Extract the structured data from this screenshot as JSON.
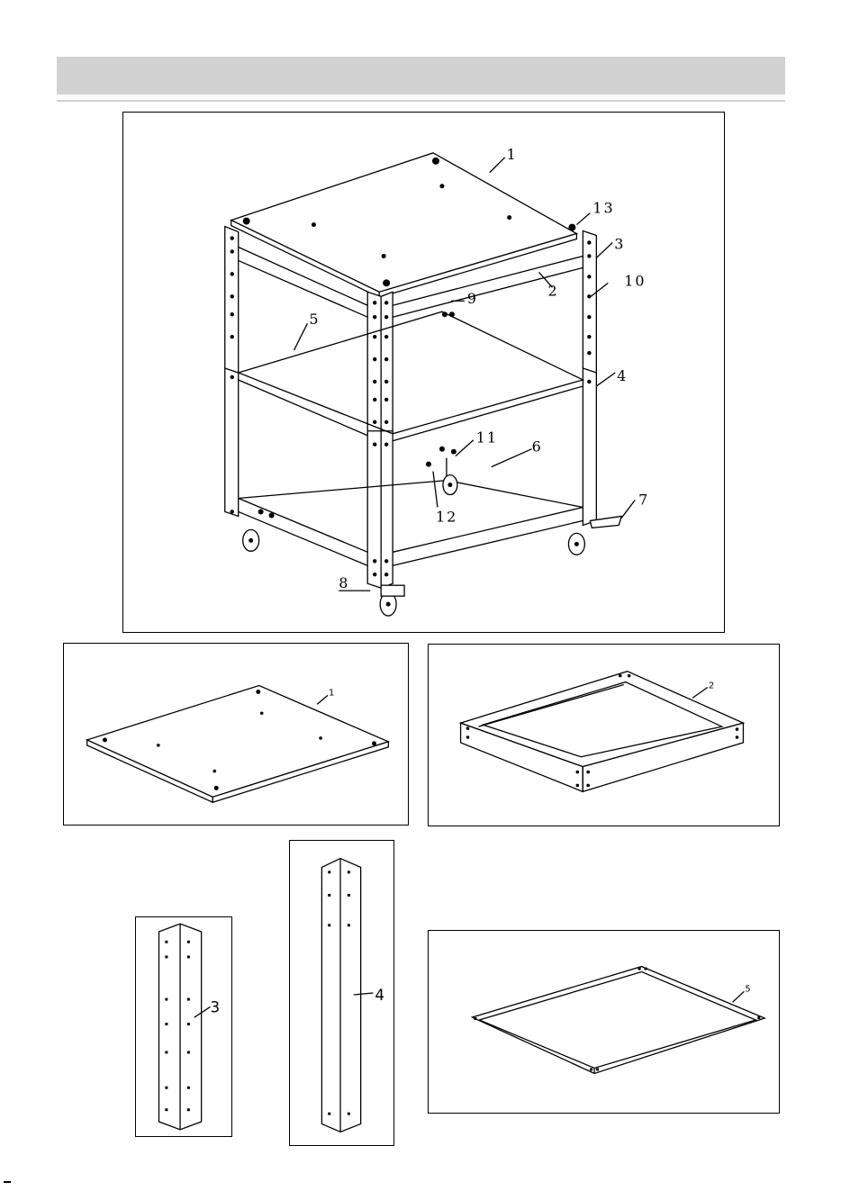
{
  "main_diagram": {
    "callouts": [
      "1",
      "2",
      "3",
      "4",
      "5",
      "6",
      "7",
      "8",
      "9",
      "10",
      "11",
      "12",
      "13"
    ]
  },
  "part_panels": {
    "top_panel_label": "1",
    "frame_label": "2",
    "post_short_label": "3",
    "post_long_label": "4",
    "shelf_label": "5"
  }
}
